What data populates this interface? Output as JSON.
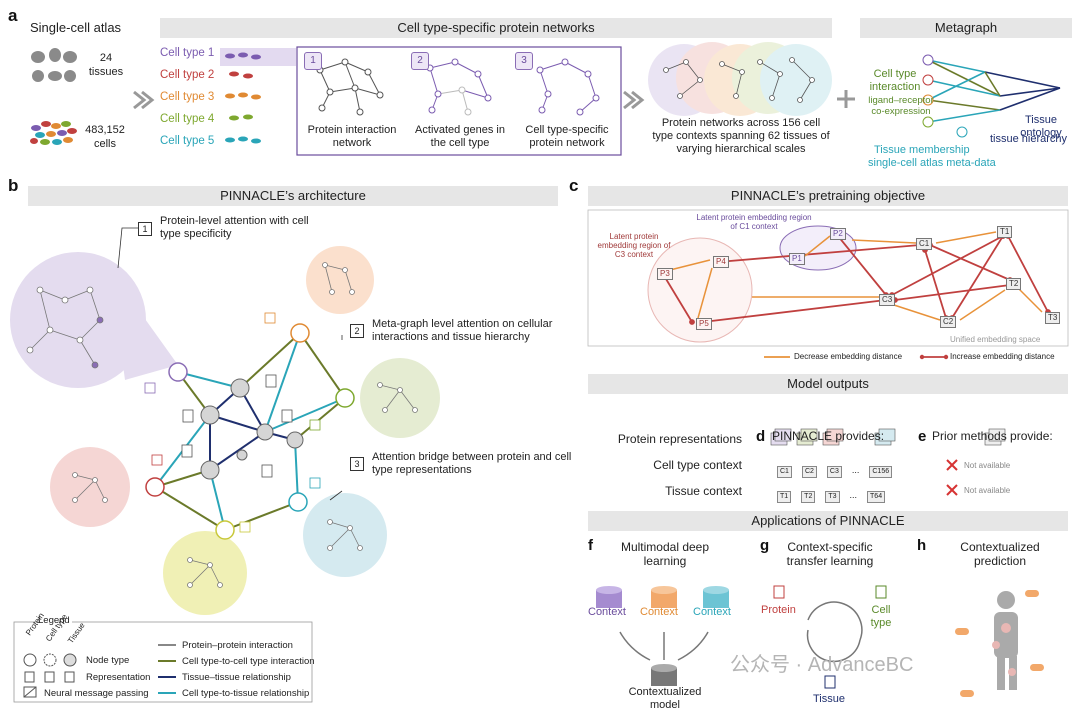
{
  "panel_letters": {
    "a": "a",
    "b": "b",
    "c": "c",
    "d": "d",
    "e": "e",
    "f": "f",
    "g": "g",
    "h": "h"
  },
  "panel_a": {
    "atlas_title": "Single-cell atlas",
    "tissues_count": "24",
    "tissues_label": "tissues",
    "cells_count": "483,152",
    "cells_label": "cells",
    "networks_header": "Cell type-specific protein networks",
    "cell_types": [
      {
        "label": "Cell type 1",
        "color": "#7b5cb0"
      },
      {
        "label": "Cell type 2",
        "color": "#c0403f"
      },
      {
        "label": "Cell type 3",
        "color": "#e08a33"
      },
      {
        "label": "Cell type 4",
        "color": "#7ea82f"
      },
      {
        "label": "Cell type 5",
        "color": "#2aa5b8"
      }
    ],
    "steps": [
      {
        "num": "1",
        "label": "Protein interaction network"
      },
      {
        "num": "2",
        "label": "Activated genes in the cell type"
      },
      {
        "num": "3",
        "label": "Cell type-specific protein network"
      }
    ],
    "summary": "Protein networks across 156 cell type contexts spanning 62 tissues of varying hierarchical scales",
    "metagraph_header": "Metagraph",
    "meta_cell_type_interaction": "Cell type interaction",
    "meta_ligand": "ligand–receptor",
    "meta_coexpression": "co-expression",
    "meta_tissue_ontology": "Tissue ontology",
    "meta_tissue_hierarchy": "tissue hierarchy",
    "meta_tissue_membership": "Tissue membership",
    "meta_metadata": "single-cell atlas meta-data"
  },
  "panel_b": {
    "header": "PINNACLE’s architecture",
    "callout1_num": "1",
    "callout1": "Protein-level attention with cell type specificity",
    "callout2_num": "2",
    "callout2": "Meta-graph level attention on cellular interactions and tissue hierarchy",
    "callout3_num": "3",
    "callout3": "Attention bridge between protein and cell type representations",
    "legend_title": "Legend",
    "legend_col_protein": "Protein",
    "legend_col_celltype": "Cell type",
    "legend_col_tissue": "Tissue",
    "legend_node_type": "Node type",
    "legend_representation": "Representation",
    "legend_message_passing": "Neural message passing",
    "legend_edges": [
      {
        "label": "Protein–protein interaction",
        "color": "#888888"
      },
      {
        "label": "Cell type-to-cell type interaction",
        "color": "#6b7a2a"
      },
      {
        "label": "Tissue–tissue relationship",
        "color": "#1f2f6e"
      },
      {
        "label": "Cell type-to-tissue relationship",
        "color": "#2aa5b8"
      }
    ]
  },
  "panel_c": {
    "header": "PINNACLE’s pretraining objective",
    "c1_region": "Latent protein embedding region of C1 context",
    "c3_region": "Latent protein embedding region of C3 context",
    "unified": "Unified embedding space",
    "nodes": [
      "P2",
      "P1",
      "P3",
      "P4",
      "P5",
      "C1",
      "C3",
      "C2",
      "T1",
      "T2",
      "T3"
    ],
    "legend_decrease": "Decrease embedding distance",
    "legend_increase": "Increase embedding distance"
  },
  "model_outputs": {
    "header": "Model outputs",
    "d_title": "PINNACLE provides:",
    "e_title": "Prior methods provide:",
    "rows": [
      {
        "label": "Protein representations"
      },
      {
        "label": "Cell type context"
      },
      {
        "label": "Tissue context"
      }
    ],
    "cell_ctx_boxes": [
      "C1",
      "C2",
      "C3",
      "...",
      "C156"
    ],
    "tissue_ctx_boxes": [
      "T1",
      "T2",
      "T3",
      "...",
      "T64"
    ],
    "not_available": "Not available"
  },
  "applications": {
    "header": "Applications of PINNACLE",
    "f_title": "Multimodal deep learning",
    "f_context": "Context",
    "f_output": "Contextualized model",
    "g_title": "Context-specific transfer learning",
    "g_protein": "Protein",
    "g_cell": "Cell type",
    "g_tissue": "Tissue",
    "h_title": "Contextualized prediction",
    "watermark": "公众号 · AdvanceBC"
  }
}
